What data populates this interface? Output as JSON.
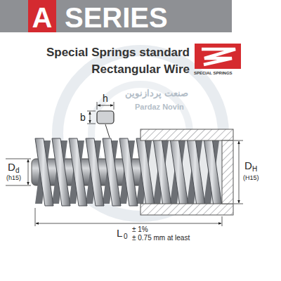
{
  "diagram": {
    "nodes": [
      {
        "text": [
          "SERIES"
        ]
      },
      {
        "text": [
          "A"
        ],
        "in": 0
      }
    ],
    "labels": [
      "Special Springs standard Rectangular Wire",
      "SPECIAL SPRINGS",
      "صنعت پردازنوین",
      "Pardaz Novin",
      "h",
      "b",
      "D",
      "d",
      "(h15)",
      "D",
      "H",
      "(H15)",
      "L",
      "0",
      "± 1%",
      "± 0.75 mm at least"
    ]
  }
}
